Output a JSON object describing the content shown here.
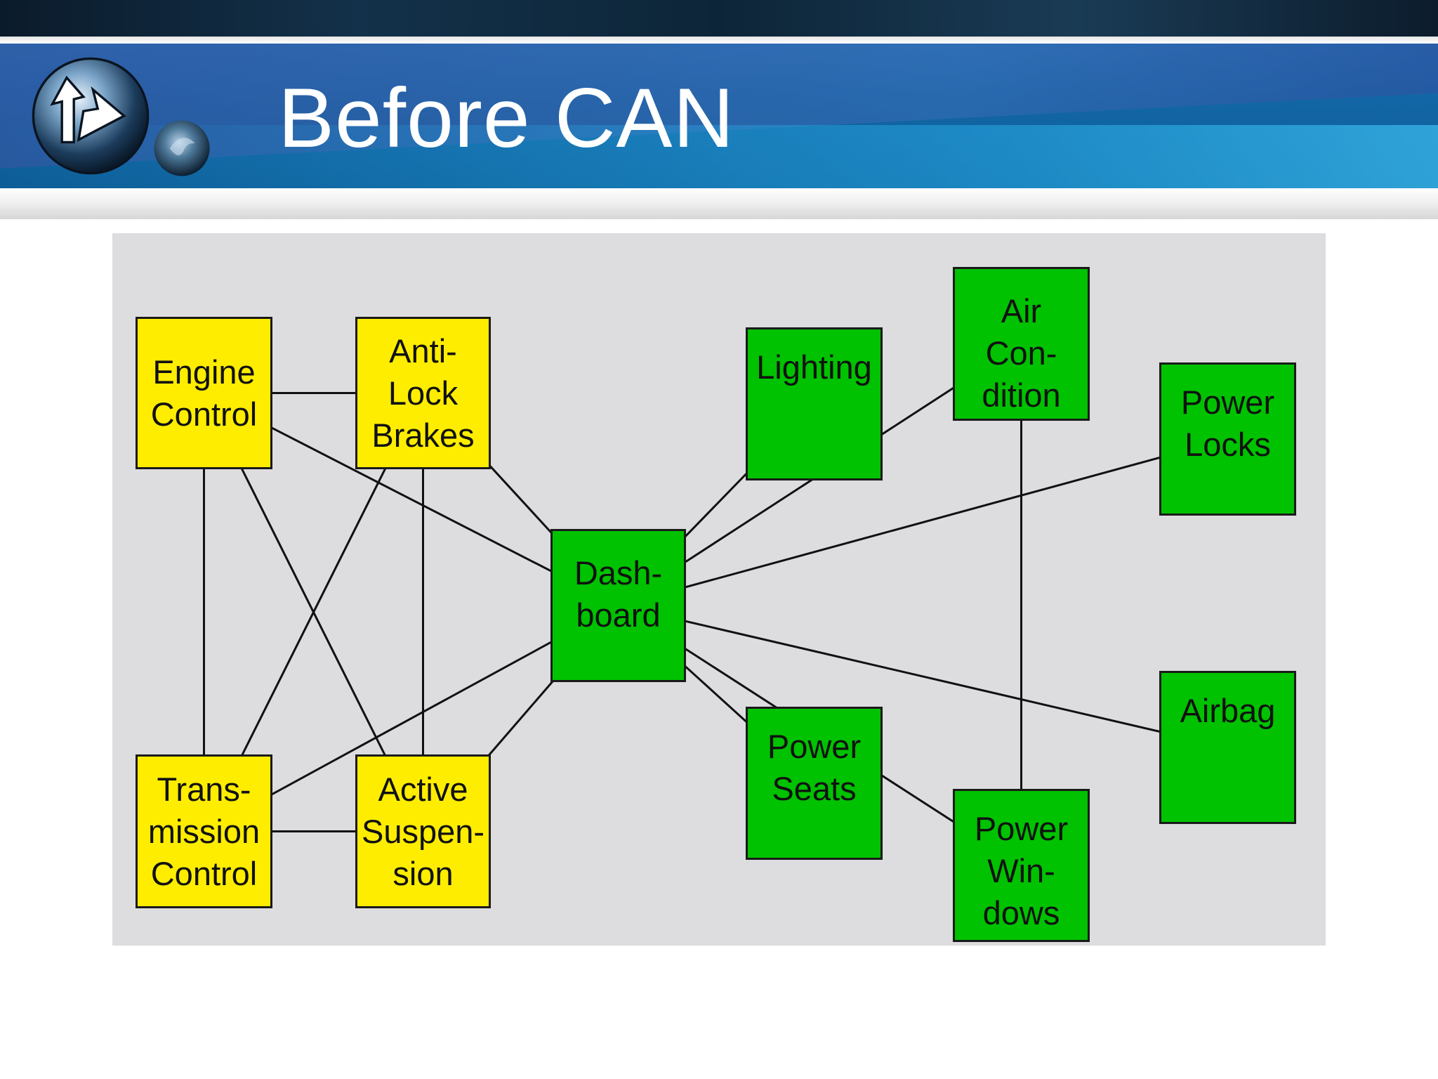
{
  "slide": {
    "title": "Before CAN"
  },
  "colors": {
    "header_blue": "#1367a6",
    "panel_gray": "#dddcde",
    "powertrain_yellow": "#ffed00",
    "body_green": "#00c200",
    "line": "#111111"
  },
  "icons": [
    "globe-arrow-logo-icon",
    "small-globe-icon"
  ],
  "nodes": {
    "engine": [
      "Engine",
      "Control"
    ],
    "abs": [
      "Anti-",
      "Lock",
      "Brakes"
    ],
    "transmission": [
      "Trans-",
      "mission",
      "Control"
    ],
    "suspension": [
      "Active",
      "Suspen-",
      "sion"
    ],
    "dashboard": [
      "Dash-",
      "board"
    ],
    "lighting": [
      "Lighting"
    ],
    "aircon": [
      "Air",
      "Con-",
      "dition"
    ],
    "powerlocks": [
      "Power",
      "Locks"
    ],
    "airbag": [
      "Airbag"
    ],
    "powerseats": [
      "Power",
      "Seats"
    ],
    "powerwindows": [
      "Power",
      "Win-",
      "dows"
    ]
  },
  "edges": [
    [
      "engine",
      "abs"
    ],
    [
      "engine",
      "transmission"
    ],
    [
      "engine",
      "suspension"
    ],
    [
      "engine",
      "dashboard"
    ],
    [
      "abs",
      "transmission"
    ],
    [
      "abs",
      "suspension"
    ],
    [
      "abs",
      "dashboard"
    ],
    [
      "transmission",
      "suspension"
    ],
    [
      "transmission",
      "dashboard"
    ],
    [
      "suspension",
      "dashboard"
    ],
    [
      "dashboard",
      "lighting"
    ],
    [
      "dashboard",
      "aircon"
    ],
    [
      "dashboard",
      "powerlocks"
    ],
    [
      "dashboard",
      "airbag"
    ],
    [
      "dashboard",
      "powerseats"
    ],
    [
      "dashboard",
      "powerwindows"
    ],
    [
      "aircon",
      "powerwindows"
    ]
  ]
}
